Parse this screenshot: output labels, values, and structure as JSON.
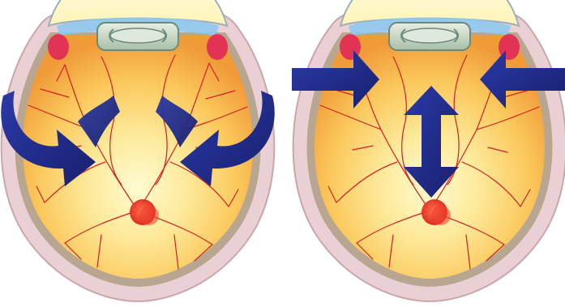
{
  "diagram": {
    "panels": [
      {
        "id": "left",
        "elements": [
          "eyeball",
          "cornea",
          "intraocular-lens",
          "ciliary-muscle",
          "retina-vessels",
          "optic-disc"
        ],
        "arrow_style": "curved-inward"
      },
      {
        "id": "right",
        "elements": [
          "eyeball",
          "cornea",
          "intraocular-lens",
          "ciliary-muscle",
          "retina-vessels",
          "optic-disc"
        ],
        "arrow_style": "horizontal-inward-and-vertical-double"
      }
    ],
    "colors": {
      "background": "#ffffff",
      "sclera_outer": "#e9c7cc",
      "sclera_band": "#b8a893",
      "retina_center": "#fffbd0",
      "retina_mid": "#fcd670",
      "retina_edge": "#f3a83e",
      "vessel": "#d42020",
      "cornea": "#fff8c8",
      "lens": "#c9d9c6",
      "ciliary": "#e23355",
      "aqueous": "#8ec8f0",
      "arrow": "#1f2a8a",
      "optic_disc": "#ee2a20"
    }
  }
}
